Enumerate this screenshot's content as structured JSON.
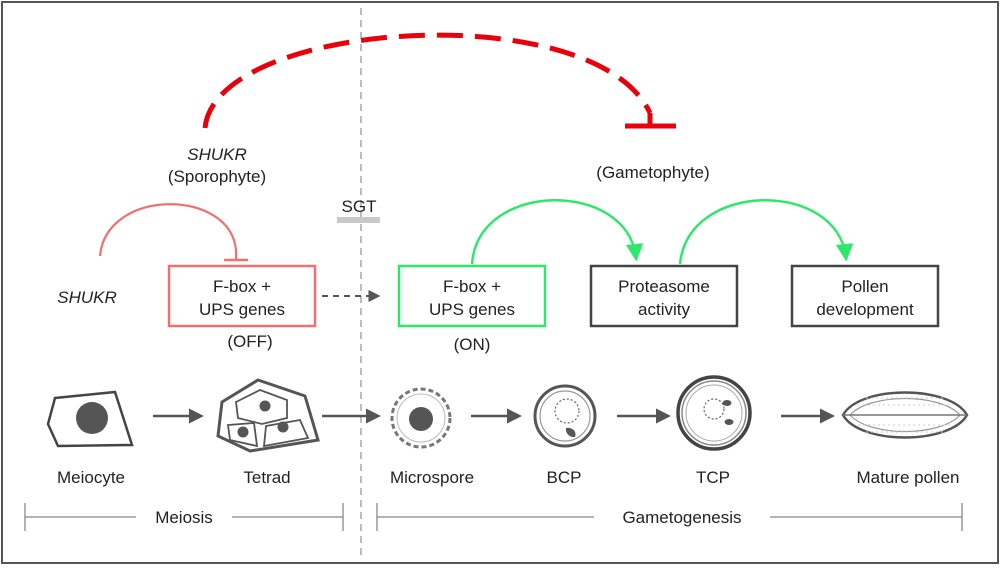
{
  "colors": {
    "red": "#e8000b",
    "pink": "#f07070",
    "green": "#2ee86a",
    "gray_box": "#444444",
    "gray_line": "#888888",
    "cell_fill": "#555555",
    "sgt_bar": "#c8c8c8"
  },
  "labels": {
    "shukr_sporophyte_name": "SHUKR",
    "sporophyte": "(Sporophyte)",
    "gametophyte": "(Gametophyte)",
    "sgt": "SGT",
    "shukr_left": "SHUKR",
    "off": "(OFF)",
    "on": "(ON)"
  },
  "boxes": {
    "fbox_off": {
      "line1": "F-box +",
      "line2": "UPS genes"
    },
    "fbox_on": {
      "line1": "F-box +",
      "line2": "UPS genes"
    },
    "proteasome": {
      "line1": "Proteasome",
      "line2": "activity"
    },
    "pollen_dev": {
      "line1": "Pollen",
      "line2": "development"
    }
  },
  "cells": [
    {
      "id": "meiocyte",
      "label": "Meiocyte"
    },
    {
      "id": "tetrad",
      "label": "Tetrad"
    },
    {
      "id": "microspore",
      "label": "Microspore"
    },
    {
      "id": "bcp",
      "label": "BCP"
    },
    {
      "id": "tcp",
      "label": "TCP"
    },
    {
      "id": "mature",
      "label": "Mature pollen"
    }
  ],
  "phases": {
    "meiosis": "Meiosis",
    "gametogenesis": "Gametogenesis"
  }
}
